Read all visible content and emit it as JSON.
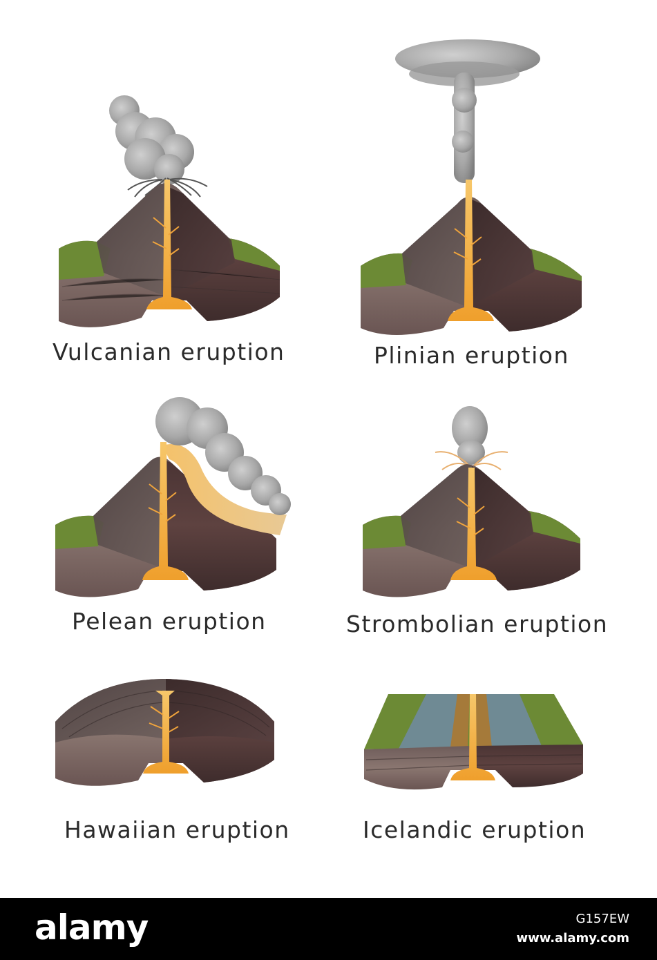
{
  "panels": {
    "vulcanian": {
      "label": "Vulcanian eruption"
    },
    "plinian": {
      "label": "Plinian eruption"
    },
    "pelean": {
      "label": "Pelean eruption"
    },
    "strombolian": {
      "label": "Strombolian eruption"
    },
    "hawaiian": {
      "label": "Hawaiian eruption"
    },
    "icelandic": {
      "label": "Icelandic eruption"
    }
  },
  "footer": {
    "brand": "alamy",
    "image_code": "G157EW",
    "site": "www.alamy.com"
  },
  "colors": {
    "magma": "#f3b24a",
    "ash": "#9c9c9c",
    "grass": "#6c8a35",
    "rock_dark": "#4a3838",
    "rock_light": "#8a7670",
    "footer_bg": "#000000"
  }
}
